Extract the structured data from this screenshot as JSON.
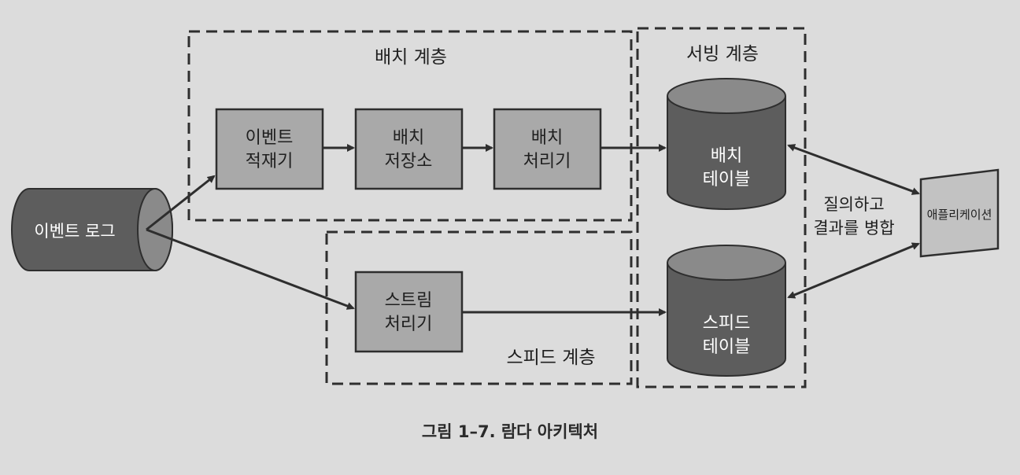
{
  "layers": {
    "batch": "배치 계층",
    "serving": "서빙 계층",
    "speed": "스피드 계층"
  },
  "nodes": {
    "event_log": "이벤트 로그",
    "event_store": [
      "이벤트",
      "적재기"
    ],
    "batch_storage": [
      "배치",
      "저장소"
    ],
    "batch_processor": [
      "배치",
      "처리기"
    ],
    "stream_processor": [
      "스트림",
      "처리기"
    ],
    "batch_table": [
      "배치",
      "테이블"
    ],
    "speed_table": [
      "스피드",
      "테이블"
    ],
    "application": "애플리케이션"
  },
  "edge_labels": {
    "query_merge": [
      "질의하고",
      "결과를 병합"
    ]
  },
  "caption": "그림 1–7. 람다 아키텍처",
  "colors": {
    "background": "#dcdcdc",
    "box_fill": "#a9a9a9",
    "cylinder_fill": "#5d5d5d",
    "cylinder_top": "#8a8a8a",
    "app_fill": "#c2c2c2",
    "stroke": "#2e2e2e"
  }
}
